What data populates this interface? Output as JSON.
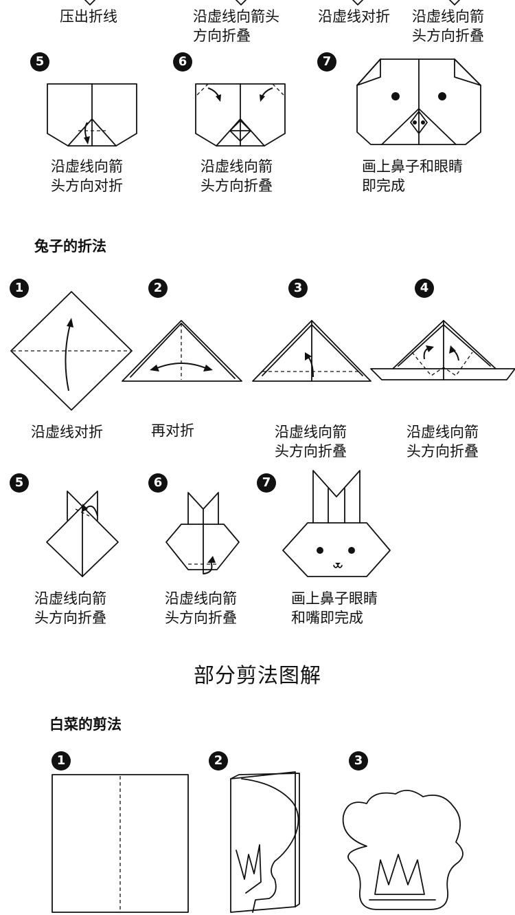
{
  "top_captions": [
    {
      "text": "压出折线"
    },
    {
      "text": "沿虚线向箭头\n方向折叠"
    },
    {
      "text": "沿虚线对折"
    },
    {
      "text": "沿虚线向箭\n头方向折叠"
    }
  ],
  "dog_steps": [
    {
      "num": "5",
      "caption": "沿虚线向箭\n头方向对折"
    },
    {
      "num": "6",
      "caption": "沿虚线向箭\n头方向折叠"
    },
    {
      "num": "7",
      "caption": "画上鼻子和眼睛\n即完成"
    }
  ],
  "rabbit_title": "兔子的折法",
  "rabbit_steps": [
    {
      "num": "1",
      "caption": "沿虚线对折"
    },
    {
      "num": "2",
      "caption": "再对折"
    },
    {
      "num": "3",
      "caption": "沿虚线向箭\n头方向折叠"
    },
    {
      "num": "4",
      "caption": "沿虚线向箭\n头方向折叠"
    },
    {
      "num": "5",
      "caption": "沿虚线向箭\n头方向折叠"
    },
    {
      "num": "6",
      "caption": "沿虚线向箭\n头方向折叠"
    },
    {
      "num": "7",
      "caption": "画上鼻子眼睛\n和嘴即完成"
    }
  ],
  "section_title": "部分剪法图解",
  "cabbage_title": "白菜的剪法",
  "cabbage_steps": [
    {
      "num": "1"
    },
    {
      "num": "2"
    },
    {
      "num": "3"
    }
  ]
}
